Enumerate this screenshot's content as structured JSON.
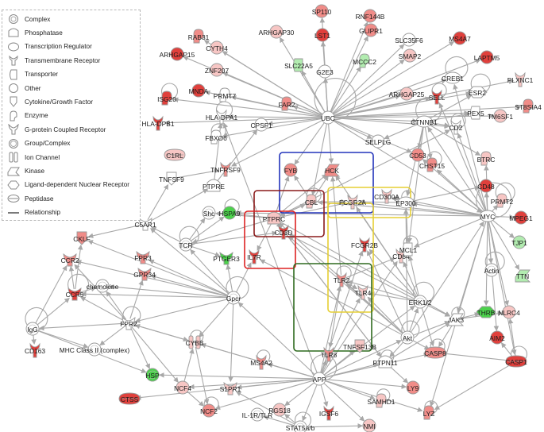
{
  "legend": {
    "items": [
      {
        "label": "Complex",
        "icon": "complex-icon"
      },
      {
        "label": "Phosphatase",
        "icon": "phosphatase-icon"
      },
      {
        "label": "Transcription Regulator",
        "icon": "transcription-regulator-icon"
      },
      {
        "label": "Transmembrane Receptor",
        "icon": "transmembrane-receptor-icon"
      },
      {
        "label": "Transporter",
        "icon": "transporter-icon"
      },
      {
        "label": "Other",
        "icon": "other-icon"
      },
      {
        "label": "Cytokine/Growth Factor",
        "icon": "cytokine-icon"
      },
      {
        "label": "Enzyme",
        "icon": "enzyme-icon"
      },
      {
        "label": "G-protein Coupled Receptor",
        "icon": "gpcr-icon"
      },
      {
        "label": "Group/Complex",
        "icon": "group-complex-icon"
      },
      {
        "label": "Ion Channel",
        "icon": "ion-channel-icon"
      },
      {
        "label": "Kinase",
        "icon": "kinase-icon"
      },
      {
        "label": "Ligand-dependent Nuclear Receptor",
        "icon": "nuclear-receptor-icon"
      },
      {
        "label": "Peptidase",
        "icon": "peptidase-icon"
      },
      {
        "label": "Relationship",
        "icon": "relationship-line-icon"
      }
    ]
  },
  "colors": {
    "strong_up": "#e0403c",
    "up": "#f08c88",
    "weak_up": "#f7c6c4",
    "none": "#ffffff",
    "down": "#4cd24c",
    "weak_down": "#b2ecb0",
    "edge": "#a8a8a8",
    "box_blue": "#2233bb",
    "box_darkred": "#8a1a1a",
    "box_red": "#dd2222",
    "box_yellow": "#e6cf33",
    "box_green": "#2f6a1f"
  },
  "nodes": [
    {
      "label": "SP110",
      "color": "up",
      "shape": "other-icon"
    },
    {
      "label": "RNF144B",
      "color": "up",
      "shape": "other-icon"
    },
    {
      "label": "RAB31",
      "color": "up",
      "shape": "enzyme-icon"
    },
    {
      "label": "ARHGAP30",
      "color": "weak_up",
      "shape": "other-icon"
    },
    {
      "label": "LST1",
      "color": "strong_up",
      "shape": "other-icon"
    },
    {
      "label": "GLIPR1",
      "color": "up",
      "shape": "other-icon"
    },
    {
      "label": "SLC35F6",
      "color": "none",
      "shape": "other-icon"
    },
    {
      "label": "MS4A7",
      "color": "strong_up",
      "shape": "other-icon"
    },
    {
      "label": "CYTH4",
      "color": "weak_up",
      "shape": "other-icon"
    },
    {
      "label": "ARHGAP15",
      "color": "strong_up",
      "shape": "other-icon"
    },
    {
      "label": "SLC22A5",
      "color": "weak_down",
      "shape": "transporter-icon"
    },
    {
      "label": "MCCC2",
      "color": "weak_down",
      "shape": "enzyme-icon"
    },
    {
      "label": "SMAP2",
      "color": "weak_up",
      "shape": "other-icon"
    },
    {
      "label": "LAPTM5",
      "color": "strong_up",
      "shape": "other-icon"
    },
    {
      "label": "ZNF207",
      "color": "weak_up",
      "shape": "other-icon"
    },
    {
      "label": "G2E3",
      "color": "none",
      "shape": "other-icon"
    },
    {
      "label": "CREB1",
      "color": "none",
      "shape": "transcription-regulator-icon"
    },
    {
      "label": "PLXNC1",
      "color": "weak_up",
      "shape": "transmembrane-receptor-icon"
    },
    {
      "label": "SELL",
      "color": "strong_up",
      "shape": "transmembrane-receptor-icon"
    },
    {
      "label": "ISG20",
      "color": "strong_up",
      "shape": "enzyme-icon"
    },
    {
      "label": "MNDA",
      "color": "strong_up",
      "shape": "other-icon"
    },
    {
      "label": "PRMT7",
      "color": "none",
      "shape": "enzyme-icon"
    },
    {
      "label": "ARHGAP25",
      "color": "weak_up",
      "shape": "other-icon"
    },
    {
      "label": "ESR2",
      "color": "none",
      "shape": "nuclear-receptor-icon"
    },
    {
      "label": "HLA-DPB1",
      "color": "strong_up",
      "shape": "transmembrane-receptor-icon"
    },
    {
      "label": "FAR2",
      "color": "up",
      "shape": "enzyme-icon"
    },
    {
      "label": "UBC",
      "color": "none",
      "shape": "other-icon"
    },
    {
      "label": "TM6SF1",
      "color": "weak_up",
      "shape": "other-icon"
    },
    {
      "label": "ST8SIA4",
      "color": "up",
      "shape": "enzyme-icon"
    },
    {
      "label": "HLA-DPA1",
      "color": "none",
      "shape": "transmembrane-receptor-icon"
    },
    {
      "label": "PEX5",
      "color": "none",
      "shape": "transporter-icon"
    },
    {
      "label": "CTNNB1",
      "color": "none",
      "shape": "transcription-regulator-icon"
    },
    {
      "label": "CD2",
      "color": "none",
      "shape": "transmembrane-receptor-icon"
    },
    {
      "label": "CPSF1",
      "color": "none",
      "shape": "other-icon"
    },
    {
      "label": "FBXO6",
      "color": "none",
      "shape": "enzyme-icon"
    },
    {
      "label": "SELPLG",
      "color": "none",
      "shape": "other-icon"
    },
    {
      "label": "C1RL",
      "color": "weak_up",
      "shape": "peptidase-icon"
    },
    {
      "label": "CD53",
      "color": "up",
      "shape": "other-icon"
    },
    {
      "label": "CHST15",
      "color": "up",
      "shape": "enzyme-icon"
    },
    {
      "label": "BTRC",
      "color": "weak_up",
      "shape": "enzyme-icon"
    },
    {
      "label": "TNFRSF9",
      "color": "up",
      "shape": "transmembrane-receptor-icon"
    },
    {
      "label": "FYB",
      "color": "up",
      "shape": "other-icon"
    },
    {
      "label": "HCK",
      "color": "up",
      "shape": "kinase-icon"
    },
    {
      "label": "TNFSF9",
      "color": "none",
      "shape": "cytokine-icon"
    },
    {
      "label": "PTPRE",
      "color": "none",
      "shape": "phosphatase-icon"
    },
    {
      "label": "CBL",
      "color": "weak_up",
      "shape": "enzyme-icon"
    },
    {
      "label": "FCGR2A",
      "color": "weak_up",
      "shape": "transmembrane-receptor-icon"
    },
    {
      "label": "CD300A",
      "color": "weak_up",
      "shape": "transmembrane-receptor-icon"
    },
    {
      "label": "EP300",
      "color": "none",
      "shape": "transcription-regulator-icon"
    },
    {
      "label": "CD48",
      "color": "strong_up",
      "shape": "other-icon"
    },
    {
      "label": "PRMT2",
      "color": "weak_up",
      "shape": "enzyme-icon"
    },
    {
      "label": "Shc",
      "color": "none",
      "shape": "group-complex-icon"
    },
    {
      "label": "HSPA9",
      "color": "down",
      "shape": "other-icon"
    },
    {
      "label": "PTPRC",
      "color": "weak_up",
      "shape": "phosphatase-icon"
    },
    {
      "label": "C5AR1",
      "color": "none",
      "shape": "gpcr-icon"
    },
    {
      "label": "MYC",
      "color": "none",
      "shape": "transcription-regulator-icon"
    },
    {
      "label": "MPEG1",
      "color": "strong_up",
      "shape": "other-icon"
    },
    {
      "label": "CD3D",
      "color": "strong_up",
      "shape": "transmembrane-receptor-icon"
    },
    {
      "label": "FCGR2B",
      "color": "strong_up",
      "shape": "transmembrane-receptor-icon"
    },
    {
      "label": "CKLF",
      "color": "up",
      "shape": "cytokine-icon"
    },
    {
      "label": "TCR",
      "color": "none",
      "shape": "complex-icon"
    },
    {
      "label": "CD84",
      "color": "weak_up",
      "shape": "transmembrane-receptor-icon"
    },
    {
      "label": "MCL1",
      "color": "none",
      "shape": "transporter-icon"
    },
    {
      "label": "TJP1",
      "color": "weak_down",
      "shape": "other-icon"
    },
    {
      "label": "PTGER3",
      "color": "down",
      "shape": "gpcr-icon"
    },
    {
      "label": "IL7R",
      "color": "strong_up",
      "shape": "transmembrane-receptor-icon"
    },
    {
      "label": "CCR2",
      "color": "up",
      "shape": "gpcr-icon"
    },
    {
      "label": "FPR3",
      "color": "up",
      "shape": "gpcr-icon"
    },
    {
      "label": "GPR34",
      "color": "up",
      "shape": "gpcr-icon"
    },
    {
      "label": "TLR2",
      "color": "up",
      "shape": "transmembrane-receptor-icon"
    },
    {
      "label": "TLR4",
      "color": "weak_up",
      "shape": "transmembrane-receptor-icon"
    },
    {
      "label": "Actin",
      "color": "none",
      "shape": "group-complex-icon"
    },
    {
      "label": "TTN",
      "color": "weak_down",
      "shape": "kinase-icon"
    },
    {
      "label": "chemokine",
      "color": "none",
      "shape": "group-complex-icon"
    },
    {
      "label": "CCR5",
      "color": "strong_up",
      "shape": "gpcr-icon"
    },
    {
      "label": "Gpcr",
      "color": "none",
      "shape": "group-complex-icon"
    },
    {
      "label": "ERK1/2",
      "color": "none",
      "shape": "group-complex-icon"
    },
    {
      "label": "JAK3",
      "color": "none",
      "shape": "kinase-icon"
    },
    {
      "label": "THRB",
      "color": "down",
      "shape": "nuclear-receptor-icon"
    },
    {
      "label": "NLRC4",
      "color": "weak_up",
      "shape": "other-icon"
    },
    {
      "label": "IgG",
      "color": "none",
      "shape": "complex-icon"
    },
    {
      "label": "FPR2",
      "color": "none",
      "shape": "gpcr-icon"
    },
    {
      "label": "Akt",
      "color": "none",
      "shape": "group-complex-icon"
    },
    {
      "label": "AIM2",
      "color": "strong_up",
      "shape": "other-icon"
    },
    {
      "label": "CD163",
      "color": "strong_up",
      "shape": "transmembrane-receptor-icon"
    },
    {
      "label": "MHC Class II (complex)",
      "color": "none",
      "shape": "complex-icon"
    },
    {
      "label": "CYBB",
      "color": "weak_up",
      "shape": "ion-channel-icon"
    },
    {
      "label": "TLR8",
      "color": "up",
      "shape": "transmembrane-receptor-icon"
    },
    {
      "label": "TNFSF13B",
      "color": "weak_up",
      "shape": "cytokine-icon"
    },
    {
      "label": "CASP8",
      "color": "up",
      "shape": "peptidase-icon"
    },
    {
      "label": "MS4A2",
      "color": "up",
      "shape": "transmembrane-receptor-icon"
    },
    {
      "label": "PTPN11",
      "color": "none",
      "shape": "phosphatase-icon"
    },
    {
      "label": "CASP1",
      "color": "strong_up",
      "shape": "peptidase-icon"
    },
    {
      "label": "HSP",
      "color": "down",
      "shape": "group-complex-icon"
    },
    {
      "label": "NCF4",
      "color": "weak_up",
      "shape": "other-icon"
    },
    {
      "label": "S1PR1",
      "color": "weak_up",
      "shape": "gpcr-icon"
    },
    {
      "label": "APP",
      "color": "none",
      "shape": "other-icon"
    },
    {
      "label": "LY9",
      "color": "up",
      "shape": "other-icon"
    },
    {
      "label": "CTSS",
      "color": "strong_up",
      "shape": "peptidase-icon"
    },
    {
      "label": "NCF2",
      "color": "up",
      "shape": "other-icon"
    },
    {
      "label": "RGS18",
      "color": "weak_up",
      "shape": "other-icon"
    },
    {
      "label": "IL-1R/TLR",
      "color": "none",
      "shape": "group-complex-icon"
    },
    {
      "label": "IGSF6",
      "color": "strong_up",
      "shape": "transmembrane-receptor-icon"
    },
    {
      "label": "SAMHD1",
      "color": "weak_up",
      "shape": "enzyme-icon"
    },
    {
      "label": "LYZ",
      "color": "up",
      "shape": "enzyme-icon"
    },
    {
      "label": "STAT5a/b",
      "color": "none",
      "shape": "group-complex-icon"
    },
    {
      "label": "NMI",
      "color": "weak_up",
      "shape": "other-icon"
    }
  ]
}
